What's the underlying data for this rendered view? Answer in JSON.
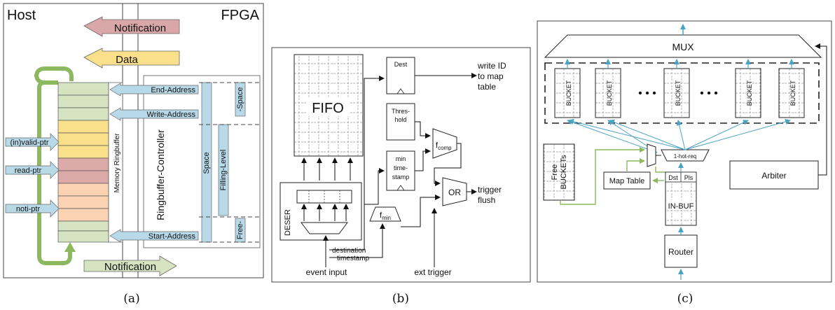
{
  "panel_a": {
    "host_label": "Host",
    "fpga_label": "FPGA",
    "notification_top": "Notification",
    "data": "Data",
    "end_address": "End-Address",
    "write_address": "Write-Address",
    "start_address": "Start-Address",
    "space_label": "-Space",
    "free_label": "Free-",
    "space_bar": "Space",
    "filling_level": "Filling-Level",
    "controller": "Ringbuffer-Controller",
    "memory": "Memory Ringbuffer",
    "invalid_ptr": "(in)valid-ptr",
    "read_ptr": "read-ptr",
    "noti_ptr": "noti-ptr",
    "notification_bottom": "Notification",
    "caption": "(a)"
  },
  "panel_b": {
    "fifo": "FIFO",
    "deser": "DESER",
    "dest": "Dest",
    "threshold_1": "Thres-",
    "threshold_2": "hold",
    "min_ts_1": "min",
    "min_ts_2": "time-",
    "min_ts_3": "stamp",
    "fcomp": "f",
    "fcomp_sub": "comp",
    "fmin": "f",
    "fmin_sub": "min",
    "or": "OR",
    "write_id_1": "write ID",
    "write_id_2": "to map",
    "write_id_3": "table",
    "trigger_1": "trigger",
    "trigger_2": "flush",
    "destination": "destination",
    "timestamp": "timestamp",
    "event_input": "event input",
    "ext_trigger": "ext trigger",
    "caption": "(b)"
  },
  "panel_c": {
    "mux": "MUX",
    "bucket": "BUCKET",
    "ellipsis": "• • •",
    "free_buckets_1": "Free",
    "free_buckets_2": "BUCKETs",
    "one_hot": "1-hot-req",
    "map_table": "Map Table",
    "dst": "Dst",
    "pls": "Pls",
    "in_buf": "IN-BUF",
    "router": "Router",
    "arbiter": "Arbiter",
    "caption": "(c)"
  },
  "colors": {
    "notification_red": "#d9a7a7",
    "data_yellow": "#fbe08c",
    "notification_green": "#d5e3c1",
    "address_blue": "#b7d9e8",
    "mem_green": "#d5e3c1",
    "mem_yellow": "#fbe08c",
    "mem_red": "#dcaaa9",
    "mem_peach": "#fbd3b3",
    "loop_green": "#8cb860",
    "teal": "#4ba3c3"
  }
}
